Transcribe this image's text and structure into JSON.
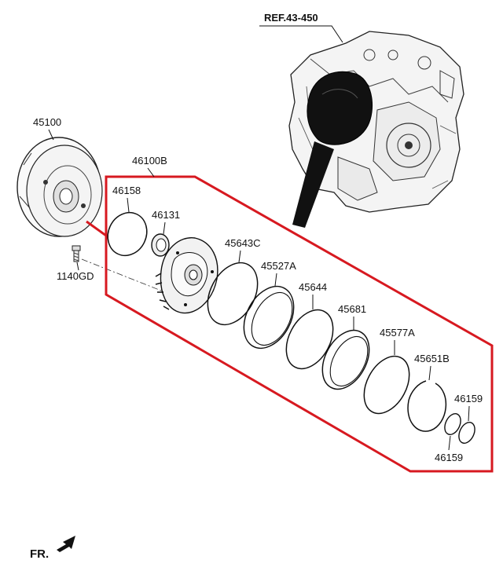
{
  "reference": {
    "label": "REF.43-450"
  },
  "front_indicator": {
    "label": "FR."
  },
  "assembly": {
    "label": "46100B"
  },
  "parts": [
    {
      "id": "torque-converter",
      "label": "45100"
    },
    {
      "id": "bolt",
      "label": "1140GD"
    },
    {
      "id": "o-ring-large",
      "label": "46158"
    },
    {
      "id": "oil-seal",
      "label": "46131"
    },
    {
      "id": "ring-45643c",
      "label": "45643C"
    },
    {
      "id": "ring-45527a",
      "label": "45527A"
    },
    {
      "id": "ring-45644",
      "label": "45644"
    },
    {
      "id": "ring-45681",
      "label": "45681"
    },
    {
      "id": "ring-45577a",
      "label": "45577A"
    },
    {
      "id": "snap-ring-45651b",
      "label": "45651B"
    },
    {
      "id": "o-ring-46159-upper",
      "label": "46159"
    },
    {
      "id": "o-ring-46159-lower",
      "label": "46159"
    }
  ],
  "colors": {
    "outline": "#d71920",
    "ink": "#111111"
  }
}
